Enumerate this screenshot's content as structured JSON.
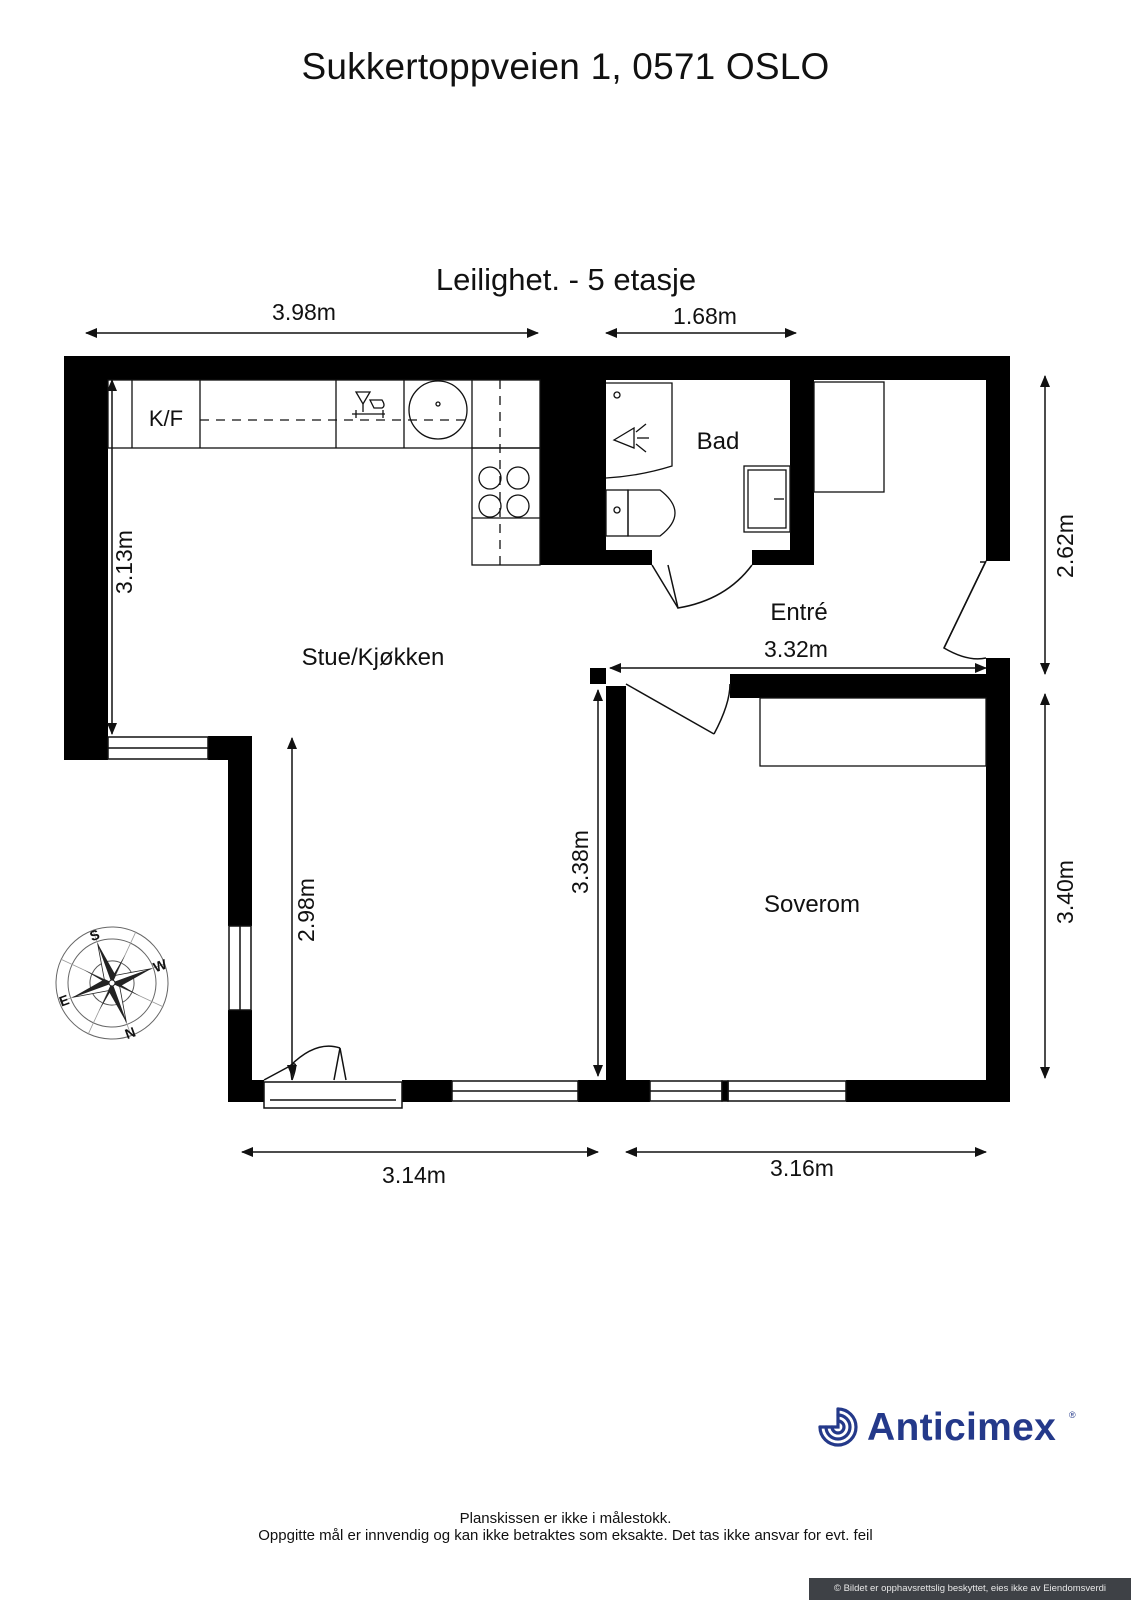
{
  "header": {
    "address": "Sukkertoppveien 1, 0571 OSLO"
  },
  "floor_label": "Leilighet.  - 5 etasje",
  "rooms": {
    "living_kitchen": "Stue/Kjøkken",
    "bathroom": "Bad",
    "entrance": "Entré",
    "bedroom": "Soverom",
    "fridge": "K/F"
  },
  "dimensions": {
    "top_left_width": "3.98m",
    "top_bath_width": "1.68m",
    "left_height": "3.13m",
    "right_upper_height": "2.62m",
    "entrance_width": "3.32m",
    "living_lower_height": "2.98m",
    "bedroom_height_left": "3.38m",
    "right_lower_height": "3.40m",
    "bottom_living_width": "3.14m",
    "bottom_bedroom_width": "3.16m"
  },
  "compass": {
    "north": "N",
    "south": "S",
    "east": "E",
    "west": "W"
  },
  "brand": {
    "name": "Anticimex",
    "registered": "®",
    "color": "#24398a"
  },
  "disclaimer": {
    "line1": "Planskissen er ikke i målestokk.",
    "line2": "Oppgitte mål er innvendig og kan ikke betraktes som eksakte. Det tas ikke ansvar for evt. feil"
  },
  "copyright": "© Bildet er opphavsrettslig beskyttet, eies ikke av Eiendomsverdi"
}
